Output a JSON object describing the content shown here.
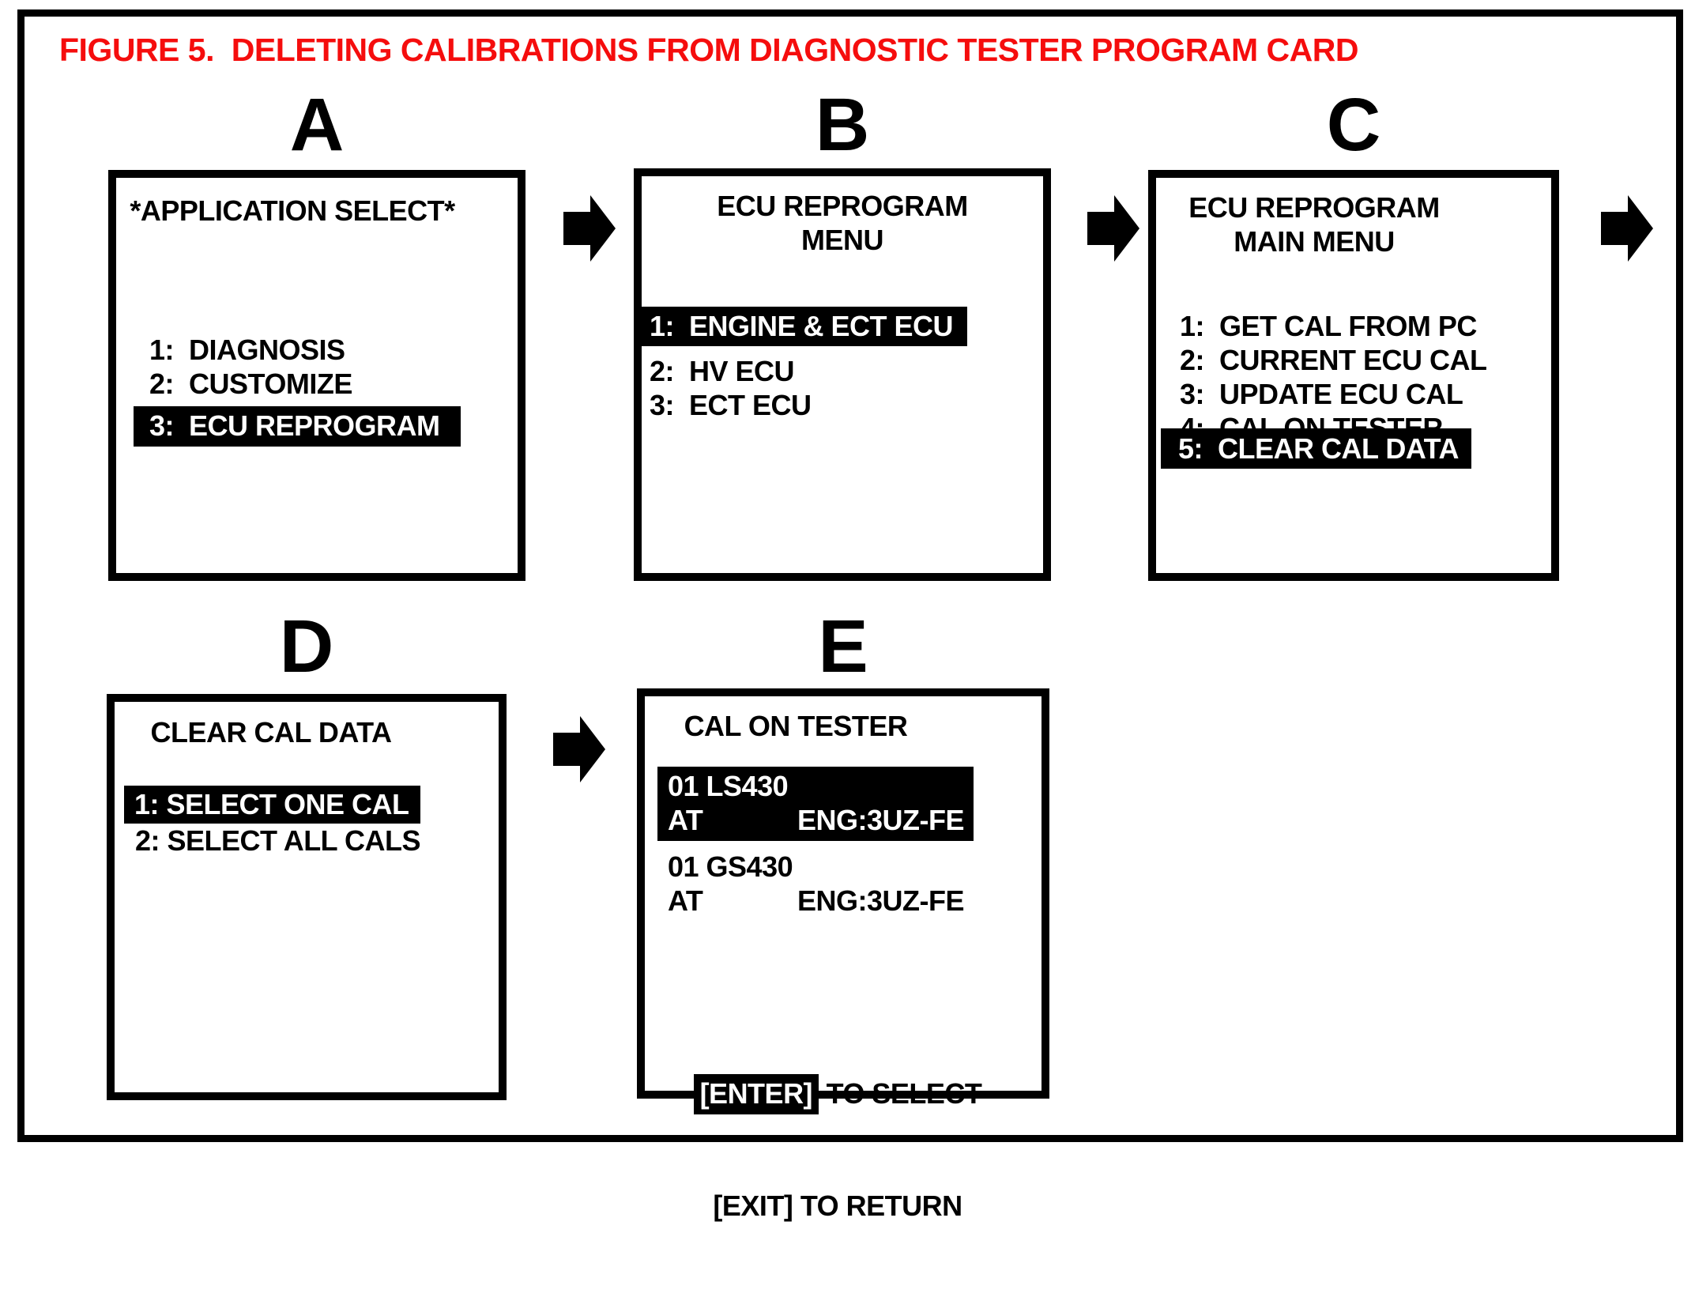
{
  "title": {
    "text": "FIGURE 5.  DELETING CALIBRATIONS FROM DIAGNOSTIC TESTER PROGRAM CARD",
    "color": "#f50d0d"
  },
  "colors": {
    "highlight_bg": "#000000",
    "highlight_text": "#ffffff",
    "border": "#000000"
  },
  "arrows": [
    {
      "icon": "right-block-arrow",
      "from": "A",
      "to": "B"
    },
    {
      "icon": "right-block-arrow",
      "from": "B",
      "to": "C"
    },
    {
      "icon": "right-block-arrow",
      "from": "C",
      "to": "next-row"
    },
    {
      "icon": "right-block-arrow",
      "from": "D",
      "to": "E"
    }
  ],
  "screens": {
    "a": {
      "step": "A",
      "heading": "*APPLICATION SELECT*",
      "items": [
        {
          "text": "1:  DIAGNOSIS",
          "highlighted": false
        },
        {
          "text": "2:  CUSTOMIZE",
          "highlighted": false
        },
        {
          "text": "3:  ECU REPROGRAM",
          "highlighted": true
        }
      ]
    },
    "b": {
      "step": "B",
      "heading_line1": "ECU REPROGRAM",
      "heading_line2": "MENU",
      "items": [
        {
          "text": "1:  ENGINE & ECT ECU",
          "highlighted": true
        },
        {
          "text": "2:  HV ECU",
          "highlighted": false
        },
        {
          "text": "3:  ECT ECU",
          "highlighted": false
        }
      ]
    },
    "c": {
      "step": "C",
      "heading_line1": "ECU REPROGRAM",
      "heading_line2": "MAIN MENU",
      "items": [
        {
          "text": "1:  GET CAL FROM PC",
          "highlighted": false
        },
        {
          "text": "2:  CURRENT ECU CAL",
          "highlighted": false
        },
        {
          "text": "3:  UPDATE ECU CAL",
          "highlighted": false
        },
        {
          "text": "4:  CAL ON TESTER",
          "highlighted": false
        },
        {
          "text": "5:  CLEAR CAL DATA",
          "highlighted": true
        }
      ]
    },
    "d": {
      "step": "D",
      "heading": "CLEAR CAL DATA",
      "items": [
        {
          "text": "1: SELECT ONE CAL",
          "highlighted": true
        },
        {
          "text": "2: SELECT ALL CALS",
          "highlighted": false
        }
      ]
    },
    "e": {
      "step": "E",
      "heading": "CAL ON TESTER",
      "cals": [
        {
          "line1": "01 LS430",
          "line2_left": "AT",
          "line2_right": "ENG:3UZ-FE",
          "highlighted": true
        },
        {
          "line1": "01 GS430",
          "line2_left": "AT",
          "line2_right": "ENG:3UZ-FE",
          "highlighted": false
        }
      ],
      "footer": {
        "enter_key": "[ENTER]",
        "enter_action": " TO SELECT",
        "exit_line": "[EXIT] TO RETURN"
      }
    }
  }
}
